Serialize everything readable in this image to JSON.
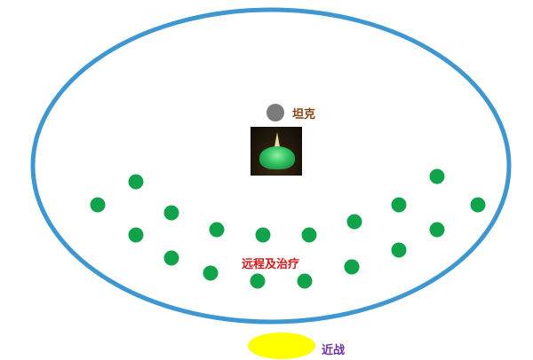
{
  "labels": {
    "tank": "坦克",
    "ranged_healers": "远程及治疗",
    "melee": "近战"
  },
  "colors": {
    "arena_border": "#3f97d2",
    "raid_dot": "#11a34c",
    "tank_dot": "#7b7b7b",
    "melee_zone": "#ffff00",
    "tank_label": "#8a3f10",
    "ranged_label": "#d41b1b",
    "melee_label": "#6b2fa0"
  },
  "icons": {
    "boss": "green-slime-boss-portrait"
  },
  "raid_member_count": 19
}
